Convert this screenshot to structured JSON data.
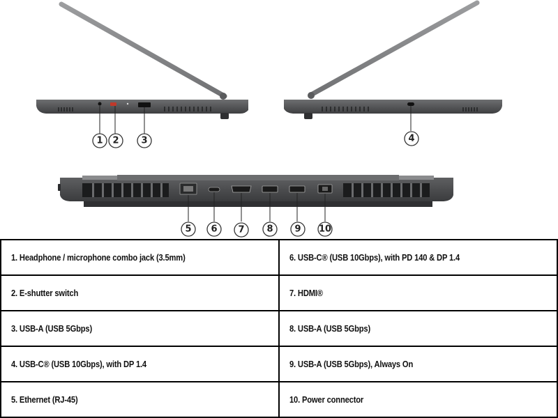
{
  "callouts": [
    {
      "num": "1"
    },
    {
      "num": "2"
    },
    {
      "num": "3"
    },
    {
      "num": "4"
    },
    {
      "num": "5"
    },
    {
      "num": "6"
    },
    {
      "num": "7"
    },
    {
      "num": "8"
    },
    {
      "num": "9"
    },
    {
      "num": "10"
    }
  ],
  "legend": {
    "rows": [
      {
        "left": "1. Headphone / microphone combo jack (3.5mm)",
        "right": "6. USB-C® (USB 10Gbps), with PD 140 & DP 1.4"
      },
      {
        "left": "2. E-shutter switch",
        "right": "7. HDMI®"
      },
      {
        "left": "3. USB-A (USB 5Gbps)",
        "right": "8. USB-A (USB 5Gbps)"
      },
      {
        "left": "4. USB-C® (USB 10Gbps), with DP 1.4",
        "right": "9. USB-A (USB 5Gbps), Always On"
      },
      {
        "left": "5. Ethernet (RJ-45)",
        "right": "10. Power connector"
      }
    ]
  },
  "colors": {
    "chassis": "#4a4b4d",
    "chassis_light": "#76777a",
    "lid": "#8e8f91",
    "port_red": "#c0392b"
  }
}
